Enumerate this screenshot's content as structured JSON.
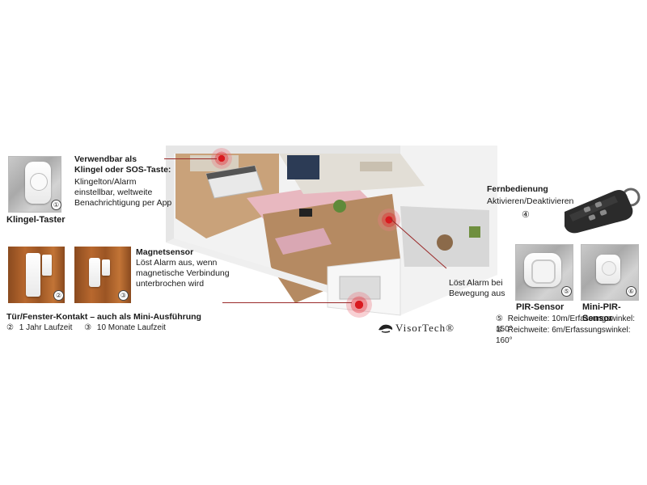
{
  "devices": {
    "doorbell": {
      "badge": "①",
      "caption": "Klingel-Taster",
      "heading": "Verwendbar als\nKlingel oder SOS-Taste:",
      "description": "Klingelton/Alarm\neinstellbar, weltweite\nBenachrichtigung per App"
    },
    "magnet": {
      "badge_a": "②",
      "badge_b": "③",
      "heading": "Magnetsensor",
      "description": "Löst Alarm aus, wenn\nmagnetische Verbindung\nunterbrochen wird",
      "caption": "Tür/Fenster-Kontakt – auch als Mini-Ausführung",
      "variant_a_badge": "②",
      "variant_a_text": "1 Jahr Laufzeit",
      "variant_b_badge": "③",
      "variant_b_text": "10 Monate Laufzeit"
    },
    "remote": {
      "heading": "Fernbedienung",
      "description": "Aktivieren/Deaktivieren",
      "badge": "④"
    },
    "motion_note": "Löst Alarm bei\nBewegung aus",
    "pir": {
      "badge": "⑤",
      "caption": "PIR-Sensor",
      "spec_badge": "⑤",
      "spec": "Reichweite: 10m/Erfassungswinkel: 150°"
    },
    "mini_pir": {
      "badge": "⑥",
      "caption": "Mini-PIR-Sensor",
      "spec_badge": "⑥",
      "spec": "Reichweite: 6m/Erfassungswinkel: 160°"
    }
  },
  "brand": {
    "name": "VisorTech®"
  },
  "colors": {
    "accent_red": "#d9191f",
    "callout_line": "#9a2a2a",
    "text": "#1a1a1a"
  }
}
